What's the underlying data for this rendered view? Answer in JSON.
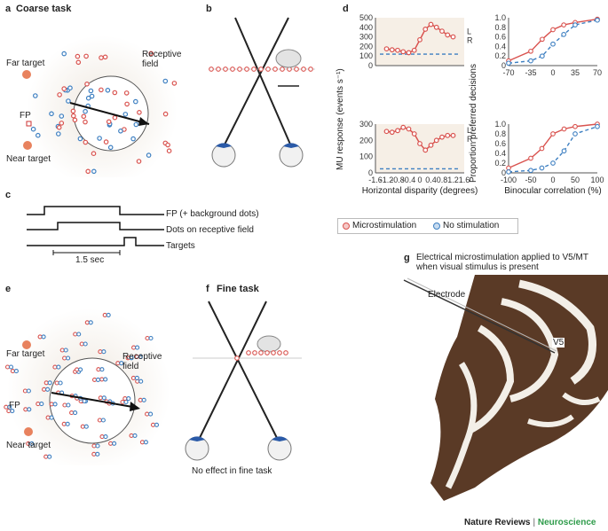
{
  "panels": {
    "a": {
      "letter": "a",
      "title": "Coarse task",
      "far_target": "Far target",
      "fp": "FP",
      "near_target": "Near target",
      "rf": "Receptive field"
    },
    "b": {
      "letter": "b"
    },
    "c": {
      "letter": "c",
      "row1": "FP (+ background dots)",
      "row2": "Dots on receptive field",
      "row3": "Targets",
      "scale": "1.5 sec"
    },
    "d": {
      "letter": "d"
    },
    "e": {
      "letter": "e",
      "far_target": "Far target",
      "fp": "FP",
      "near_target": "Near target",
      "rf": "Receptive field"
    },
    "f": {
      "letter": "f",
      "title": "Fine task",
      "caption": "No effect in fine task"
    },
    "g": {
      "letter": "g",
      "caption": "Electrical microstimulation applied to V5/MT when visual stimulus is present",
      "electrode": "Electrode",
      "v5": "V5"
    }
  },
  "legend": {
    "micro": "Microstimulation",
    "nostim": "No stimulation"
  },
  "footer": {
    "brand": "Nature Reviews",
    "journal": "Neuroscience"
  },
  "colors": {
    "red": "#d9534f",
    "blue": "#3d7fc1",
    "target": "#e8825e",
    "eye": "#2a5aa8"
  },
  "chart_data": [
    {
      "type": "line",
      "panel": "d-top-left",
      "ylim": [
        0,
        500
      ],
      "xlim": [
        -1.6,
        1.6
      ],
      "yticks": [
        "0",
        "100",
        "200",
        "300",
        "400",
        "500"
      ],
      "x": [
        -1.2,
        -1.0,
        -0.8,
        -0.6,
        -0.4,
        -0.2,
        0.0,
        0.2,
        0.4,
        0.6,
        0.8,
        1.0,
        1.2
      ],
      "series": [
        {
          "name": "Microstimulation",
          "values": [
            175,
            165,
            160,
            145,
            135,
            160,
            270,
            380,
            430,
            400,
            360,
            320,
            300
          ]
        }
      ],
      "baseline": 120,
      "lr": [
        "L",
        "R"
      ]
    },
    {
      "type": "line",
      "panel": "d-bottom-left",
      "ylim": [
        0,
        300
      ],
      "xlim": [
        -1.6,
        1.6
      ],
      "yticks": [
        "0",
        "100",
        "200",
        "300"
      ],
      "xticks": [
        "-1.6",
        "-1.2",
        "-0.8",
        "-0.4",
        "0",
        "0.4",
        "0.8",
        "1.2",
        "1.6"
      ],
      "xlabel": "Horizontal disparity (degrees)",
      "x": [
        -1.2,
        -1.0,
        -0.8,
        -0.6,
        -0.4,
        -0.2,
        0.0,
        0.2,
        0.4,
        0.6,
        0.8,
        1.0,
        1.2
      ],
      "series": [
        {
          "name": "Microstimulation",
          "values": [
            255,
            250,
            260,
            280,
            270,
            240,
            180,
            140,
            170,
            200,
            220,
            230,
            230
          ]
        }
      ],
      "baseline": 25,
      "lr": [
        "L",
        "R"
      ]
    },
    {
      "type": "scatter",
      "panel": "d-top-right",
      "ylim": [
        0,
        1
      ],
      "xlim": [
        -70,
        70
      ],
      "yticks": [
        "0",
        "0.2",
        "0.4",
        "0.6",
        "0.8",
        "1.0"
      ],
      "xticks": [
        "-70",
        "-35",
        "0",
        "35",
        "70"
      ],
      "series": [
        {
          "name": "Microstimulation",
          "x": [
            -70,
            -35,
            -17,
            0,
            17,
            35,
            70
          ],
          "values": [
            0.1,
            0.3,
            0.55,
            0.75,
            0.85,
            0.9,
            0.97
          ]
        },
        {
          "name": "No stimulation",
          "x": [
            -70,
            -35,
            -17,
            0,
            17,
            35,
            70
          ],
          "values": [
            0.05,
            0.1,
            0.2,
            0.45,
            0.65,
            0.85,
            0.95
          ]
        }
      ]
    },
    {
      "type": "scatter",
      "panel": "d-bottom-right",
      "ylim": [
        0,
        1
      ],
      "xlim": [
        -100,
        100
      ],
      "yticks": [
        "0",
        "0.2",
        "0.4",
        "0.6",
        "0.8",
        "1.0"
      ],
      "xticks": [
        "-100",
        "-50",
        "0",
        "50",
        "100"
      ],
      "xlabel": "Binocular correlation (%)",
      "series": [
        {
          "name": "Microstimulation",
          "x": [
            -100,
            -50,
            -25,
            0,
            25,
            50,
            100
          ],
          "values": [
            0.1,
            0.3,
            0.5,
            0.8,
            0.9,
            0.95,
            1.0
          ]
        },
        {
          "name": "No stimulation",
          "x": [
            -100,
            -50,
            -25,
            0,
            25,
            50,
            100
          ],
          "values": [
            0.02,
            0.05,
            0.1,
            0.2,
            0.45,
            0.8,
            0.95
          ]
        }
      ]
    }
  ],
  "axis_labels": {
    "mu_response": "MU response (events s⁻¹)",
    "proportion": "Proportion preferred decisions"
  }
}
